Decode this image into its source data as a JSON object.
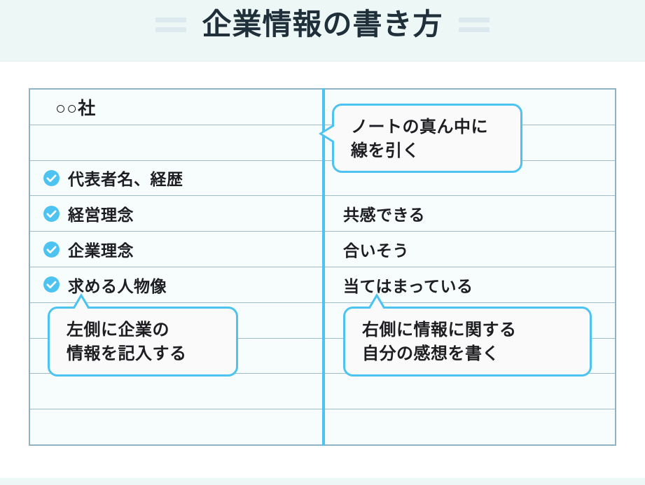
{
  "header": {
    "title": "企業情報の書き方",
    "decoration_icon": "double-dash-icon",
    "background_color": "#edf7f6",
    "title_color": "#20303a",
    "decoration_color": "#dce9ef"
  },
  "theme": {
    "accent_color": "#4cc3f0",
    "table_border_color": "#8fb3c2",
    "row_line_color": "#9fbcc9",
    "cell_background": "#f7fcfd",
    "bubble_background": "#fafafa",
    "text_color": "#1e1e22"
  },
  "table": {
    "column_count": 2,
    "row_count": 10,
    "rows": [
      {
        "left": "○○社",
        "left_style": "company",
        "right": "",
        "checked": false
      },
      {
        "left": "",
        "right": "",
        "checked": false
      },
      {
        "left": "代表者名、経歴",
        "right": "",
        "checked": true
      },
      {
        "left": "経営理念",
        "right": "共感できる",
        "checked": true
      },
      {
        "left": "企業理念",
        "right": "合いそう",
        "checked": true
      },
      {
        "left": "求める人物像",
        "right": "当てはまっている",
        "checked": true
      },
      {
        "left": "",
        "right": "",
        "checked": false
      },
      {
        "left": "",
        "right": "",
        "checked": false
      },
      {
        "left": "",
        "right": "",
        "checked": false
      },
      {
        "left": "",
        "right": "",
        "checked": false
      }
    ]
  },
  "callouts": [
    {
      "id": "note-center",
      "lines": [
        "ノートの真ん中に",
        "線を引く"
      ],
      "tail": "left"
    },
    {
      "id": "left-side",
      "lines": [
        "左側に企業の",
        "情報を記入する"
      ],
      "tail": "up"
    },
    {
      "id": "right-side",
      "lines": [
        "右側に情報に関する",
        "自分の感想を書く"
      ],
      "tail": "up"
    }
  ]
}
